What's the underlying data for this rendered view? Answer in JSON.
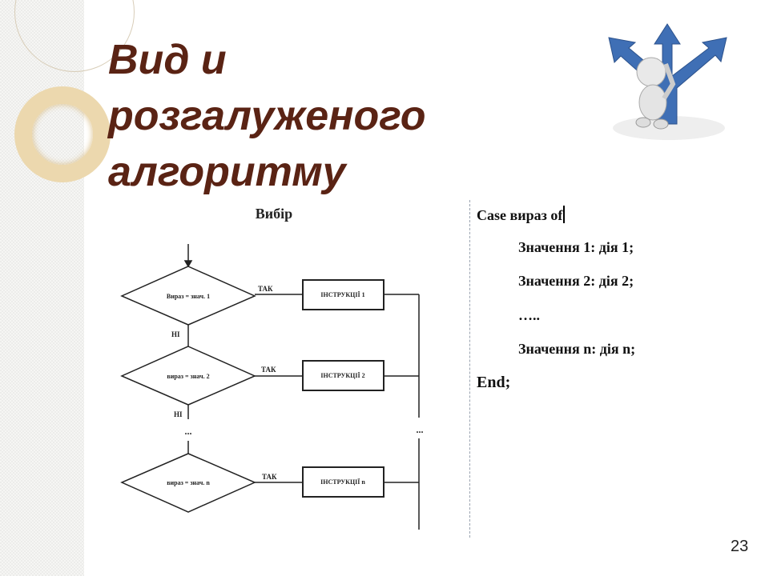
{
  "slide": {
    "title_lines": [
      "Вид и",
      "розгалуженого",
      "алгоритму"
    ],
    "page_number": "23",
    "title_color": "#5a2314"
  },
  "flowchart": {
    "heading": "Вибір",
    "conditions": [
      "Вираз =  знач. 1",
      "вираз =  знач. 2",
      "вираз =  знач. n"
    ],
    "yes_label": "ТАК",
    "no_label": "НІ",
    "instructions": [
      "ІНСТРУКЦІЇ 1",
      "ІНСТРУКЦІЇ 2",
      "ІНСТРУКЦІЇ n"
    ],
    "ellipsis": "..."
  },
  "code": {
    "lines": [
      "Case вираз of",
      "Значення 1: дія 1;",
      "Значення 2: дія 2;",
      "…..",
      "Значення n: дія n;",
      "End;"
    ]
  },
  "image": {
    "icon": "person-at-crossroads-arrows-icon"
  }
}
